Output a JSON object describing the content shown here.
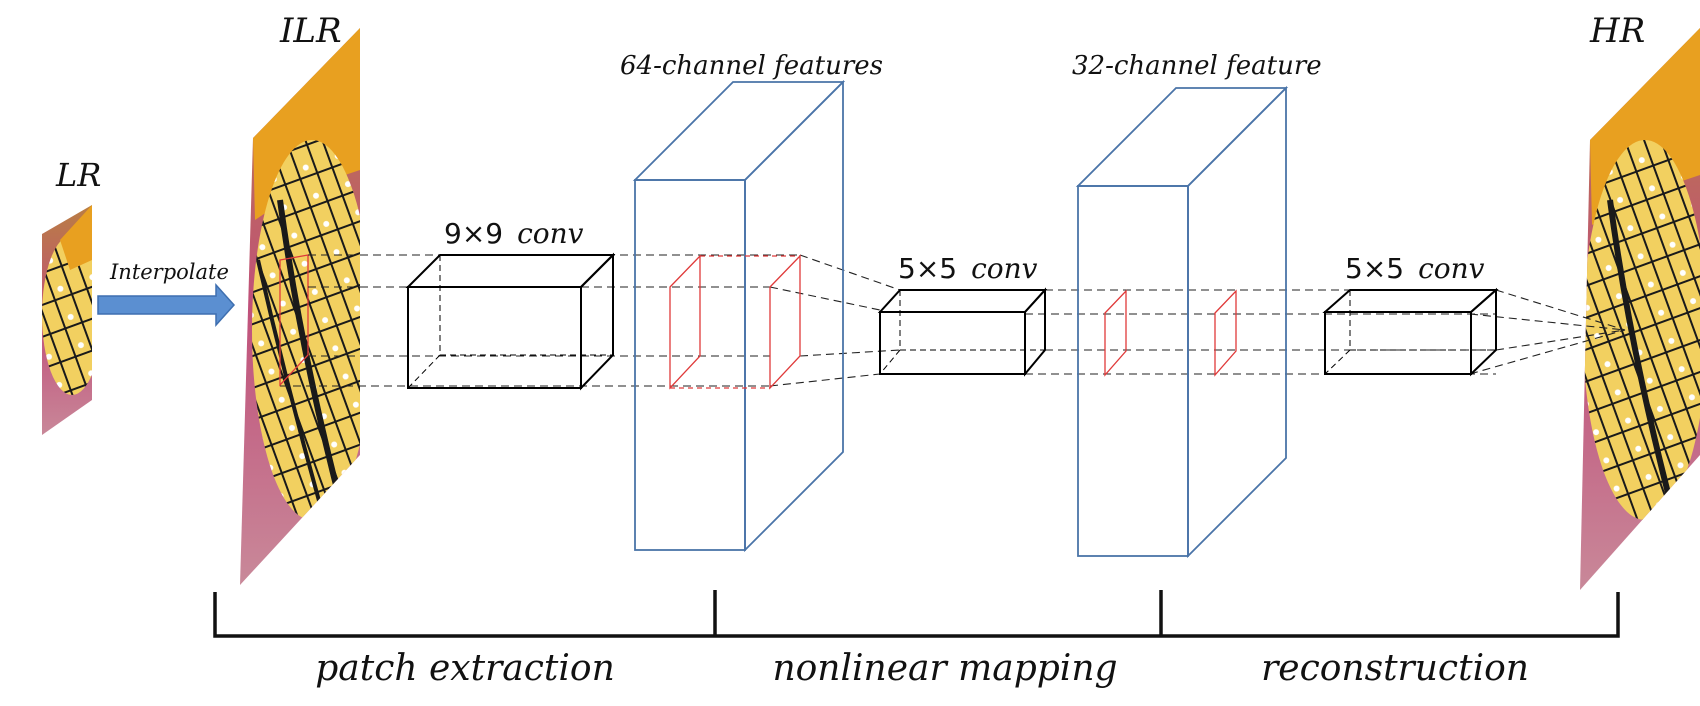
{
  "images": {
    "lr_label": "LR",
    "ilr_label": "ILR",
    "hr_label": "HR"
  },
  "arrow": {
    "label": "Interpolate",
    "color": "#5b8fd1"
  },
  "feature_maps": {
    "first_label": "64-channel features",
    "second_label": "32-channel feature",
    "border_color": "#4a74a8"
  },
  "convs": {
    "conv1": {
      "size": "9×9",
      "word": "conv"
    },
    "conv2": {
      "size": "5×5",
      "word": "conv"
    },
    "conv3": {
      "size": "5×5",
      "word": "conv"
    }
  },
  "stages": {
    "stage1": "patch extraction",
    "stage2": "nonlinear mapping",
    "stage3": "reconstruction"
  },
  "colors": {
    "patch": "#e03a3a",
    "butterfly_orange": "#e8a020",
    "butterfly_yellow": "#f2d060",
    "butterfly_black": "#1a1a1a",
    "background_pink": "#c0507a"
  }
}
